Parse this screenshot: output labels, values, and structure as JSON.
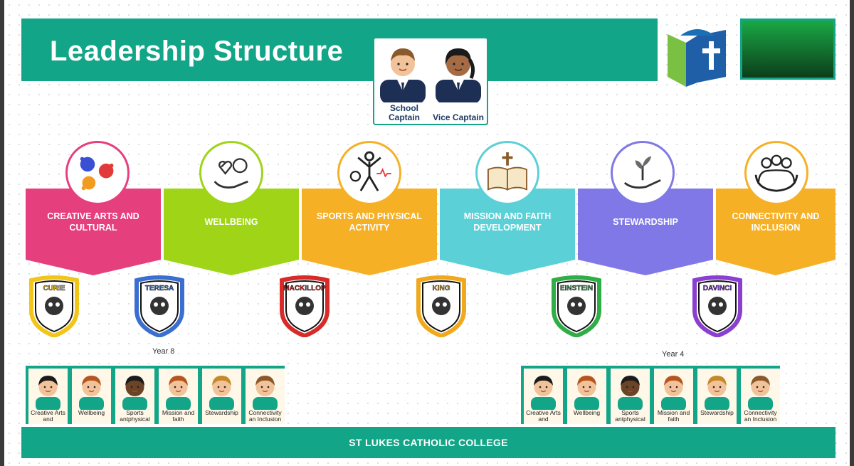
{
  "title": "Leadership Structure",
  "captains": {
    "left_label": "School Captain",
    "right_label": "Vice Captain"
  },
  "categories": [
    {
      "label": "CREATIVE ARTS AND CULTURAL",
      "color": "#e63f7e",
      "icon": "hand-prints-icon"
    },
    {
      "label": "WELLBEING",
      "color": "#9fd417",
      "icon": "heart-brain-hand-icon"
    },
    {
      "label": "SPORTS AND PHYSICAL ACTIVITY",
      "color": "#f6b026",
      "icon": "sports-figure-icon"
    },
    {
      "label": "MISSION AND FAITH DEVELOPMENT",
      "color": "#5bd0d6",
      "icon": "open-bible-icon"
    },
    {
      "label": "STEWARDSHIP",
      "color": "#7f78e6",
      "icon": "plant-in-hand-icon"
    },
    {
      "label": "CONNECTIVITY AND INCLUSION",
      "color": "#f6b026",
      "icon": "group-hug-icon"
    }
  ],
  "houses": [
    {
      "name": "CURIE",
      "color": "#f2c51a",
      "icon": "owl-icon"
    },
    {
      "name": "TERESA",
      "color": "#3a6fd1",
      "icon": "tiger-icon"
    },
    {
      "name": "MACKILLOP",
      "color": "#d92a2a",
      "icon": "eagle-icon"
    },
    {
      "name": "KING",
      "color": "#f0a81c",
      "icon": "lion-icon"
    },
    {
      "name": "EINSTEIN",
      "color": "#2fae47",
      "icon": "bird-icon"
    },
    {
      "name": "DAVINCI",
      "color": "#8a3fd1",
      "icon": "dragon-icon"
    }
  ],
  "year_groups": [
    {
      "label": "Year 8",
      "cards": [
        "Creative Arts and",
        "Wellbeing",
        "Sports antphysical",
        "Mission and faith",
        "Stewardship",
        "Connectivity an Inclusion"
      ]
    },
    {
      "label": "Year 4",
      "cards": [
        "Creative Arts and",
        "Wellbeing",
        "Sports antphysical",
        "Mission and faith",
        "Stewardship",
        "Connectivity an Inclusion"
      ]
    }
  ],
  "footer": "ST LUKES CATHOLIC COLLEGE"
}
